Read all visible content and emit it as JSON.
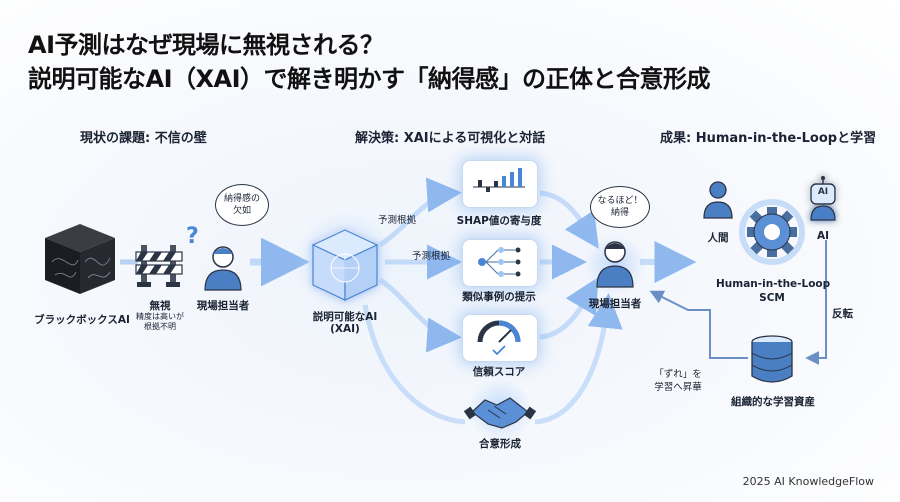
{
  "title": {
    "line1": "AI予測はなぜ現場に無視される？",
    "line2": "説明可能なAI（XAI）で解き明かす「納得感」の正体と合意形成"
  },
  "sections": {
    "problem": "現状の課題: 不信の壁",
    "solution": "解決策: XAIによる可視化と対話",
    "result": "成果: Human-in-the-Loopと学習"
  },
  "problem": {
    "blackbox_label": "ブラックボックスAI",
    "ignore_label": "無視",
    "ignore_note_1": "精度は高いが",
    "ignore_note_2": "根拠不明",
    "worker_label": "現場担当者",
    "bubble_line1": "納得感の",
    "bubble_line2": "欠如",
    "question_mark": "?"
  },
  "solution": {
    "xai_label_1": "説明可能なAI",
    "xai_label_2": "(XAI)",
    "arrow_label_1": "予測根拠",
    "arrow_label_2": "予測根拠",
    "card_1": "SHAP値の寄与度",
    "card_2": "類似事例の提示",
    "card_3": "信頼スコア",
    "consensus": "合意形成"
  },
  "result": {
    "bubble_line1": "なるほど！",
    "bubble_line2": "納得",
    "worker_label": "現場担当者",
    "human_label": "人間",
    "ai_label": "AI",
    "ai_badge": "AI",
    "loop_label_1": "Human-in-the-Loop",
    "loop_label_2": "SCM",
    "feedback_label": "反転",
    "gap_label_1": "「ずれ」を",
    "gap_label_2": "学習へ昇華",
    "asset_label": "組織的な学習資産"
  },
  "footer": "2025 AI KnowledgeFlow",
  "colors": {
    "accent": "#3f7fd9",
    "glow": "#9ec4f5",
    "dark": "#2a3445"
  }
}
